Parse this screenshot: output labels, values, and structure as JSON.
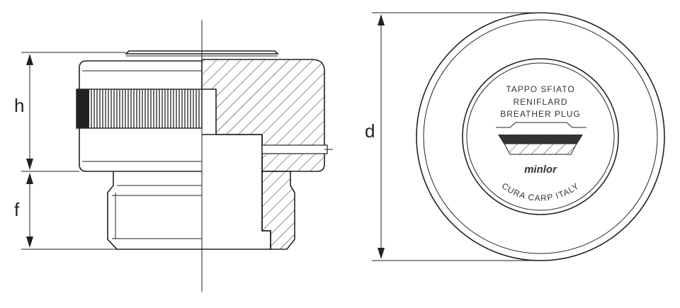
{
  "dimensions": {
    "h": "h",
    "f": "f",
    "d": "d"
  },
  "plug_face": {
    "line1": "TAPPO  SFIATO",
    "line2": "RENIFLARD",
    "line3": "BREATHER   PLUG",
    "brand": "minlor",
    "bottom": "CURA CARP ITALY"
  },
  "colors": {
    "line": "#222222",
    "background": "#ffffff"
  }
}
